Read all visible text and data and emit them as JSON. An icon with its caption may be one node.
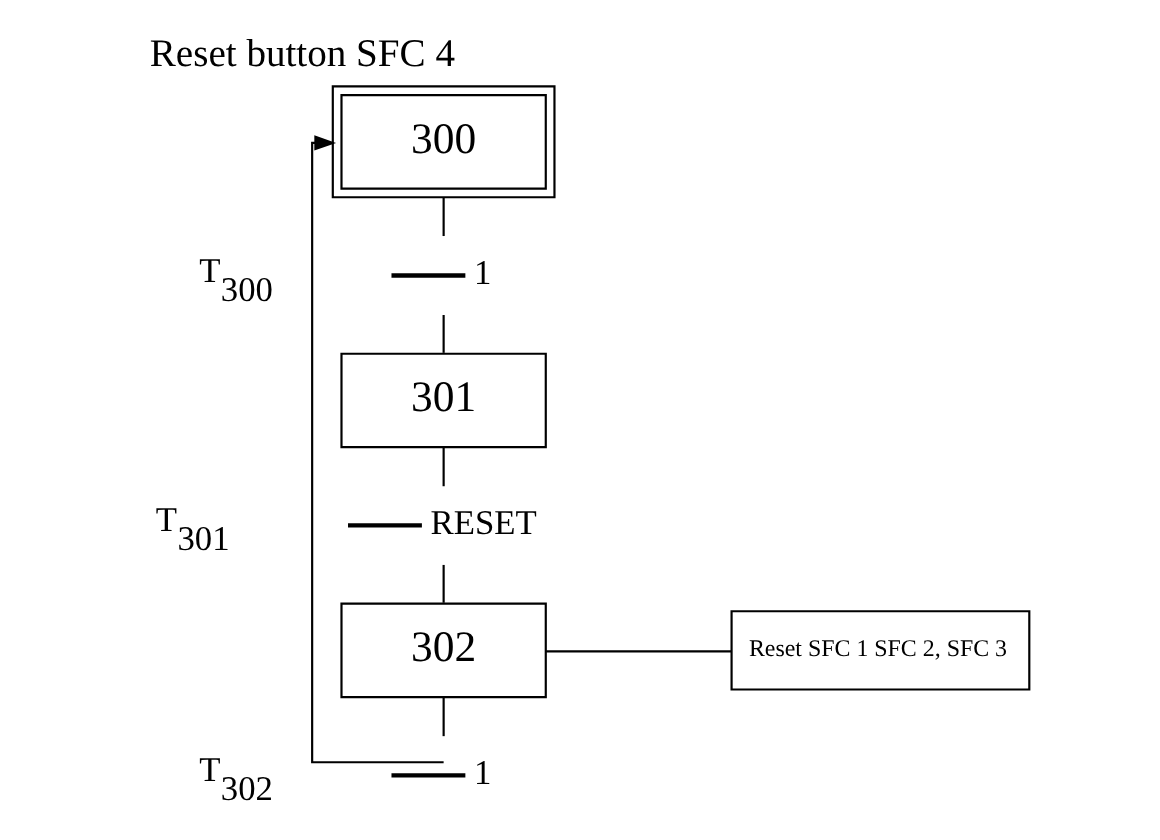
{
  "diagram": {
    "title": "Reset button SFC 4",
    "nodes": [
      {
        "text": [
          "300"
        ]
      },
      {
        "text": [
          "1"
        ],
        "beside": [
          "T$_{300}$"
        ]
      },
      {
        "text": [
          "301"
        ]
      },
      {
        "text": [
          "RESET"
        ],
        "beside": [
          "T$_{301}$"
        ]
      },
      {
        "text": [
          "302"
        ]
      },
      {
        "text": [
          "1"
        ],
        "beside": [
          "T$_{302}$"
        ]
      },
      {
        "text": [
          "Reset SFC 1 SFC 2, SFC 3"
        ]
      }
    ],
    "edges": [
      {
        "from": 0,
        "to": 1,
        "arrow": "none"
      },
      {
        "from": 1,
        "to": 2,
        "arrow": "none"
      },
      {
        "from": 2,
        "to": 3,
        "arrow": "none"
      },
      {
        "from": 3,
        "to": 4,
        "arrow": "none"
      },
      {
        "from": 4,
        "to": 5,
        "arrow": "none"
      },
      {
        "from": 5,
        "to": 0,
        "arrow": "to"
      },
      {
        "from": 4,
        "to": 6,
        "arrow": "none"
      }
    ]
  }
}
